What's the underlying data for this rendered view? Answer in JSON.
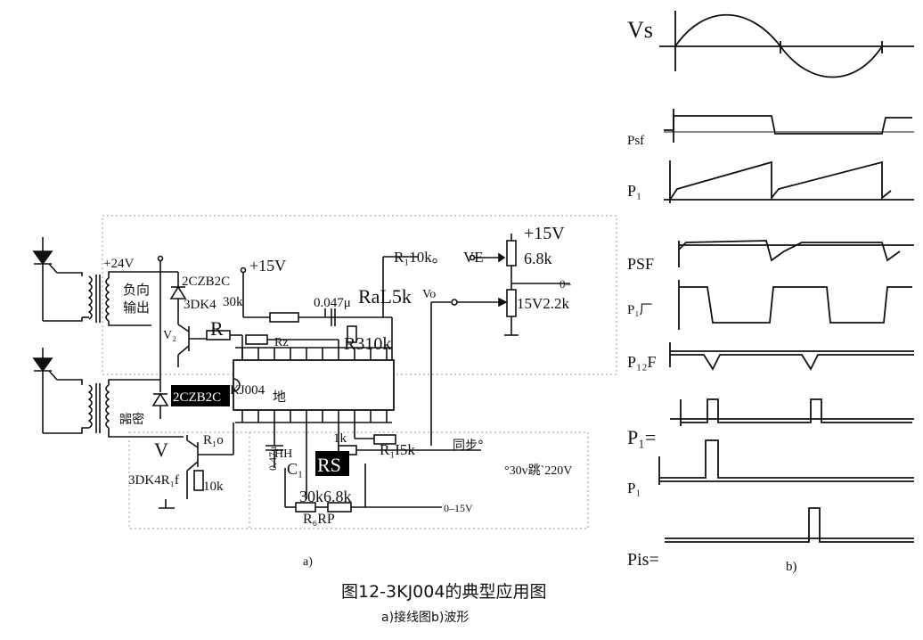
{
  "circuit": {
    "plus24": "+24V",
    "diode_top": "2CZB2C",
    "neg_out_1": "负向",
    "neg_out_2": "输出",
    "plus15_a": "+15V",
    "tr_label": "3DK4",
    "r30k": "30k",
    "r_label": "R",
    "v2": "V₂",
    "rz": "Rz",
    "cap047": "0.047μ",
    "ral": "RaL5k",
    "vo": "Vo",
    "r1_10k": "R₁10k。",
    "ve": "VE",
    "plus15_b": "+15V",
    "r68k": "6.8k",
    "zero_tick": "0–",
    "v15_22k": "15V2.2k",
    "r310k": "R310k",
    "ic_name": "KJ004",
    "ground_char": "地",
    "diode_bottom": "2CZB2C",
    "mimi": "嘂密",
    "v_label": "V",
    "r10": "R₁o",
    "rlf": "3DK4R₁f",
    "r10k": "10k",
    "hh": "HH",
    "c1": "C₁",
    "cap_vert": "0.47μ",
    "r1k": "1k",
    "rs": "RS",
    "r15k": "R₁I5k",
    "sync": "同步°",
    "v30": "°30v跳`220V",
    "r30k68k": "30k6.8k",
    "r6rp": "R₆RP",
    "minus15": "0–15V",
    "sub_a": "a)"
  },
  "waveforms": {
    "vs": "Vs",
    "psf_small": "Psf",
    "p1_a": "P₁",
    "psf": "PSF",
    "p1_b": "P₁厂",
    "p12f": "P₁₂F",
    "p1_c": "P₁=",
    "p1_d": "P₁",
    "pis": "Pis=",
    "sub_b": "b)"
  },
  "caption": {
    "title": "图12-3KJ004的典型应用图",
    "subtitle": "a)接线图b)波形"
  }
}
